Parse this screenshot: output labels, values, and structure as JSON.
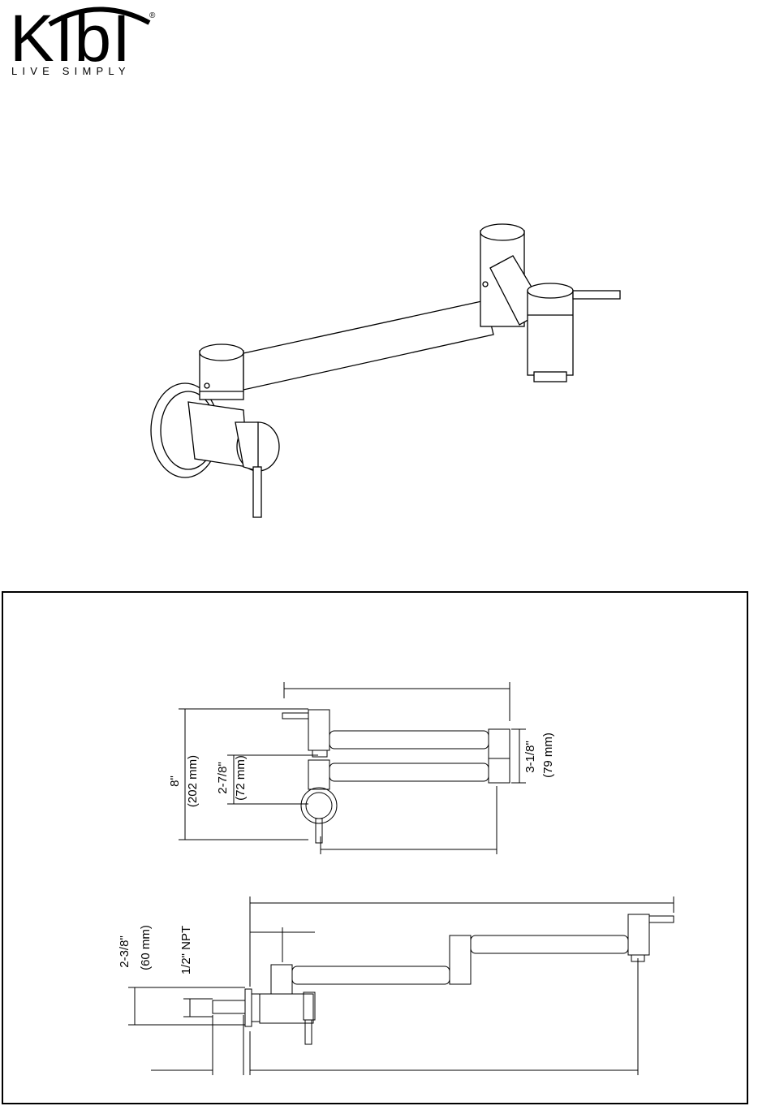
{
  "brand": {
    "name": "KIbI",
    "tagline": "LIVE SIMPLY",
    "registered": "®"
  },
  "dimensions": {
    "height_in": "8\"",
    "height_mm": "(202 mm)",
    "inlet_spacing_in": "2-7/8\"",
    "inlet_spacing_mm": "(72 mm)",
    "arm_spacing_in": "3-1/8\"",
    "arm_spacing_mm": "(79 mm)",
    "flange_in": "2-3/8\"",
    "flange_mm": "(60 mm)",
    "thread": "1/2\" NPT"
  }
}
